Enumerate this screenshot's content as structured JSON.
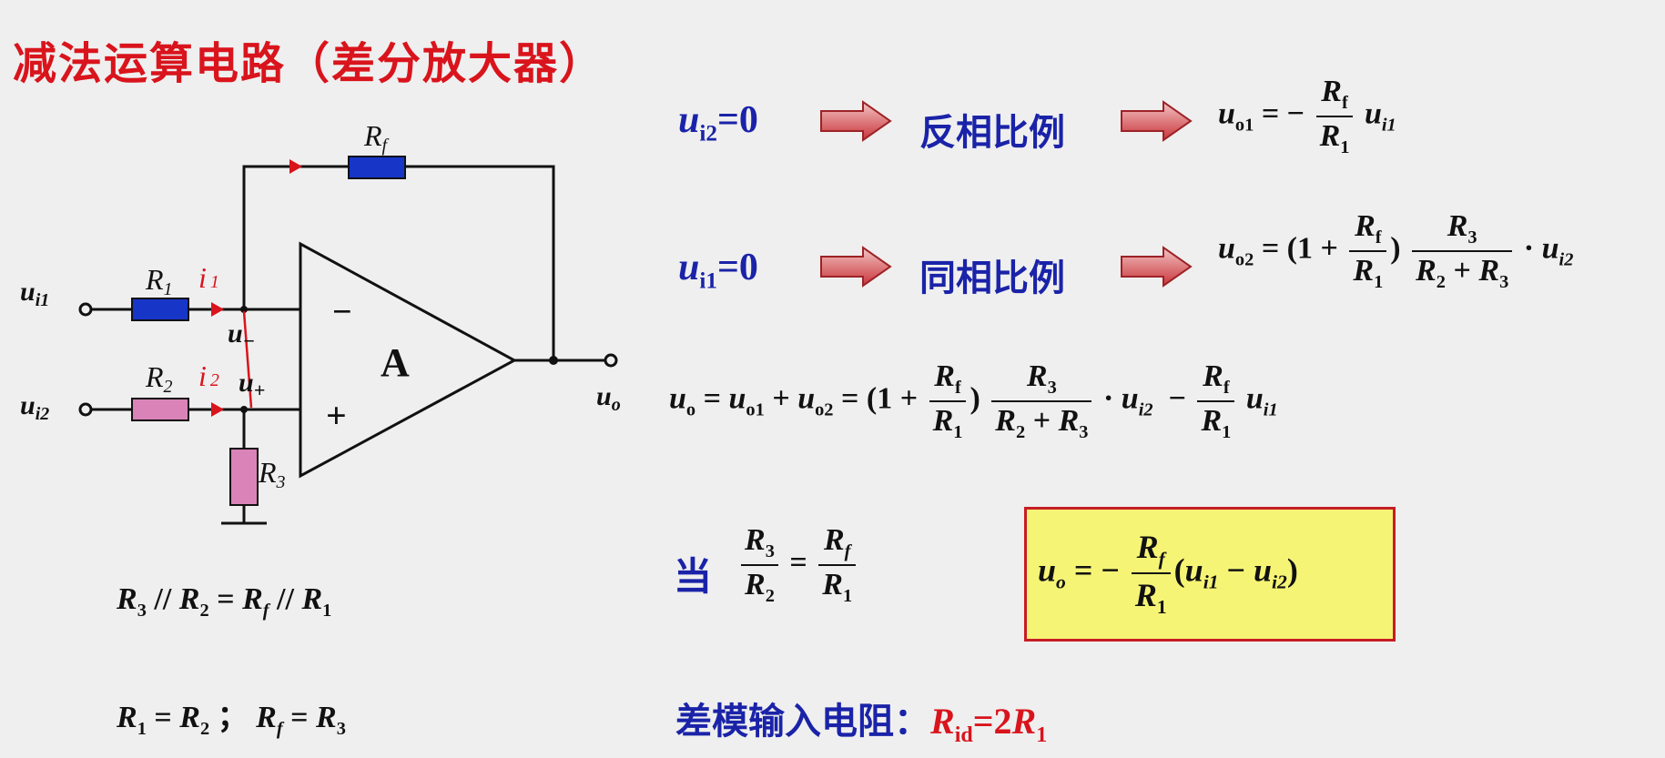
{
  "title": "减法运算电路（差分放大器）",
  "circuit": {
    "labels": {
      "rf": "R",
      "rf_sub": "f",
      "r1": "R",
      "r1_sub": "1",
      "r2": "R",
      "r2_sub": "2",
      "r3": "R",
      "r3_sub": "3",
      "i1": "i",
      "i1_sub": "1",
      "i2": "i",
      "i2_sub": "2",
      "ui1": "u",
      "ui1_sub": "i1",
      "ui2": "u",
      "ui2_sub": "i2",
      "uo": "u",
      "uo_sub": "o",
      "u_minus": "u",
      "u_minus_sub": "−",
      "u_plus": "u",
      "u_plus_sub": "+",
      "amp": "A",
      "minus_sign": "−",
      "plus_sign": "+"
    },
    "colors": {
      "rf": "#1736c8",
      "r1": "#1736c8",
      "r2": "#d983b8",
      "r3": "#d983b8",
      "current": "#d9141c"
    }
  },
  "conditions": {
    "line1": {
      "a": "R",
      "a_sub": "3",
      "op1": "//",
      "b": "R",
      "b_sub": "2",
      "eq": "=",
      "c": "R",
      "c_sub": "f",
      "op2": "//",
      "d": "R",
      "d_sub": "1"
    },
    "line2": {
      "a": "R",
      "a_sub": "1",
      "eq1": "=",
      "b": "R",
      "b_sub": "2",
      "sep": "；",
      "c": "R",
      "c_sub": "f",
      "eq2": "=",
      "d": "R",
      "d_sub": "3"
    }
  },
  "row1": {
    "cond": "u",
    "cond_sub": "i2",
    "cond_eq": "=0",
    "mode": "反相比例",
    "lhs": "u",
    "lhs_sub": "o1",
    "eq": "= −",
    "num": "R",
    "num_sub": "f",
    "den": "R",
    "den_sub": "1",
    "tail": "u",
    "tail_sub": "i1"
  },
  "row2": {
    "cond": "u",
    "cond_sub": "i1",
    "cond_eq": "=0",
    "mode": "同相比例",
    "lhs": "u",
    "lhs_sub": "o2",
    "eq": "= (1 +",
    "num1": "R",
    "num1_sub": "f",
    "den1": "R",
    "den1_sub": "1",
    "close": ")",
    "num2": "R",
    "num2_sub": "3",
    "den2_a": "R",
    "den2_a_sub": "2",
    "den2_plus": " + ",
    "den2_b": "R",
    "den2_b_sub": "3",
    "dot": "·",
    "tail": "u",
    "tail_sub": "i2"
  },
  "row3": {
    "lhs": "u",
    "lhs_sub": "o",
    "eq1": "=",
    "t1": "u",
    "t1_sub": "o1",
    "plus": "+",
    "t2": "u",
    "t2_sub": "o2",
    "eq2": "= (1 +",
    "num1": "R",
    "num1_sub": "f",
    "den1": "R",
    "den1_sub": "1",
    "close": ")",
    "num2": "R",
    "num2_sub": "3",
    "den2_a": "R",
    "den2_a_sub": "2",
    "den2_plus": " + ",
    "den2_b": "R",
    "den2_b_sub": "3",
    "dot": "·",
    "t3": "u",
    "t3_sub": "i2",
    "minus": "−",
    "num3": "R",
    "num3_sub": "f",
    "den3": "R",
    "den3_sub": "1",
    "t4": "u",
    "t4_sub": "i1"
  },
  "row4": {
    "when": "当",
    "num1": "R",
    "num1_sub": "3",
    "den1": "R",
    "den1_sub": "2",
    "eq": "=",
    "num2": "R",
    "num2_sub": "f",
    "den2": "R",
    "den2_sub": "1"
  },
  "result": {
    "lhs": "u",
    "lhs_sub": "o",
    "eq": "= −",
    "num": "R",
    "num_sub": "f",
    "den": "R",
    "den_sub": "1",
    "open": "(",
    "a": "u",
    "a_sub": "i1",
    "minus": " − ",
    "b": "u",
    "b_sub": "i2",
    "close": ")",
    "border_color": "#c61d24",
    "fill_color": "#f6f475"
  },
  "diff_res": {
    "label": "差模输入电阻：",
    "lhs": "R",
    "lhs_sub": "id",
    "eq": "=2",
    "rhs": "R",
    "rhs_sub": "1"
  }
}
